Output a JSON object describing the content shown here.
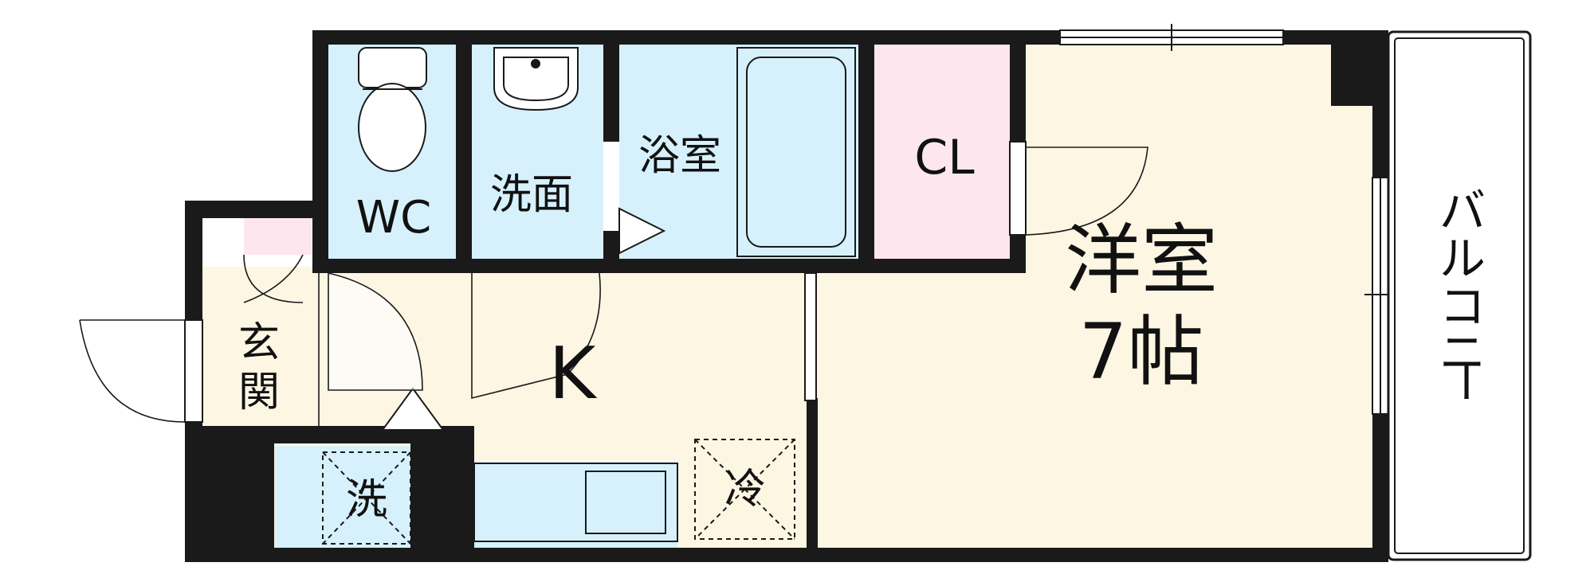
{
  "rooms": {
    "wc": "WC",
    "washroom": "洗面",
    "bathroom": "浴室",
    "closet": "CL",
    "western_room": "洋室",
    "western_room_size": "7帖",
    "kitchen": "K",
    "entrance_1": "玄",
    "entrance_2": "関",
    "laundry": "洗",
    "fridge": "冷",
    "balcony": [
      "バ",
      "ル",
      "コ",
      "ニ",
      "ー"
    ]
  },
  "colors": {
    "wall": "#1a1a1a",
    "floor": "#fdf6e3",
    "water_area": "#d6f1fb",
    "closet": "#fde6ee",
    "balcony": "#ffffff"
  }
}
